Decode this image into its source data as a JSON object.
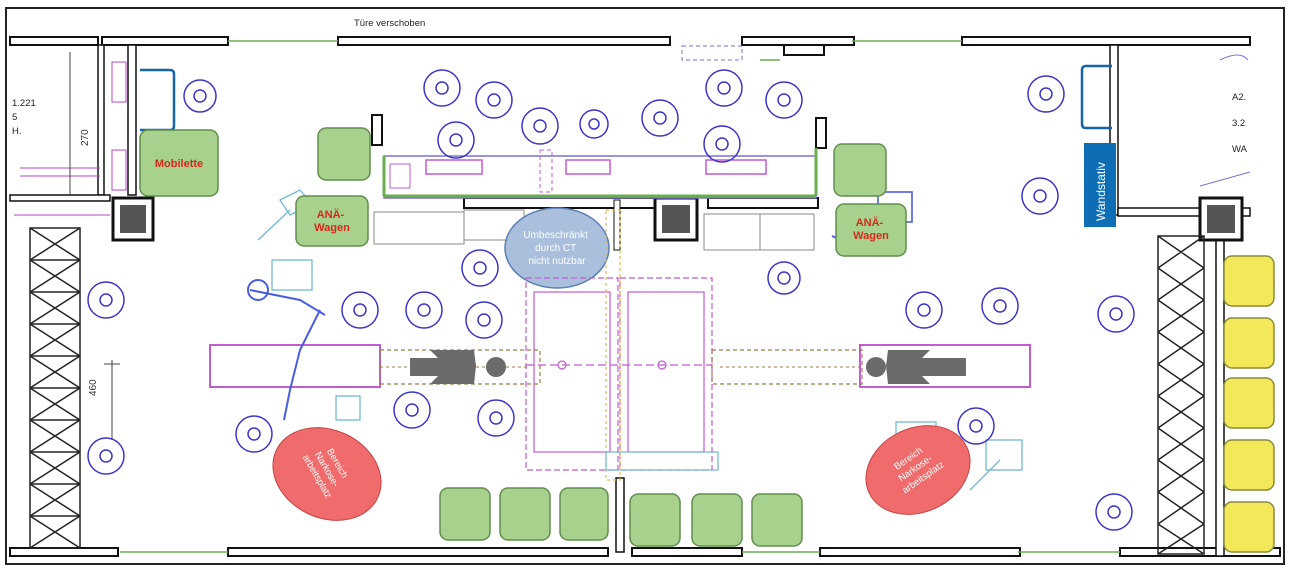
{
  "labels": {
    "door_shifted": "Türe verschoben",
    "mobilette": "Mobilette",
    "ana_wagon": "ANÄ-\nWagen",
    "ct_restriction": "Umbeschränkt\ndurch CT\nnicht nutzbar",
    "anesthesia_zone": "Bereich\nNarkose-\narbeitsplatz",
    "wall_stand": "Wandstativ",
    "dim_270": "270",
    "dim_460": "460",
    "left_room_lines": [
      "1.221",
      "5",
      "H."
    ],
    "right_room_lines": [
      "A2.",
      "3.2",
      "WA"
    ]
  },
  "colors": {
    "wall": "#111111",
    "equipment_green": "#a9d18e",
    "equipment_green_border": "#5f8f4a",
    "yellow_box": "#f2e85a",
    "anesthesia_zone": "#f06b6b",
    "ct_zone": "#a9bfdc",
    "wall_stand_blue": "#0d6eb5",
    "person": "#3b35c9",
    "table_magenta": "#c35bd1",
    "patient_gray": "#6b6b6b"
  }
}
